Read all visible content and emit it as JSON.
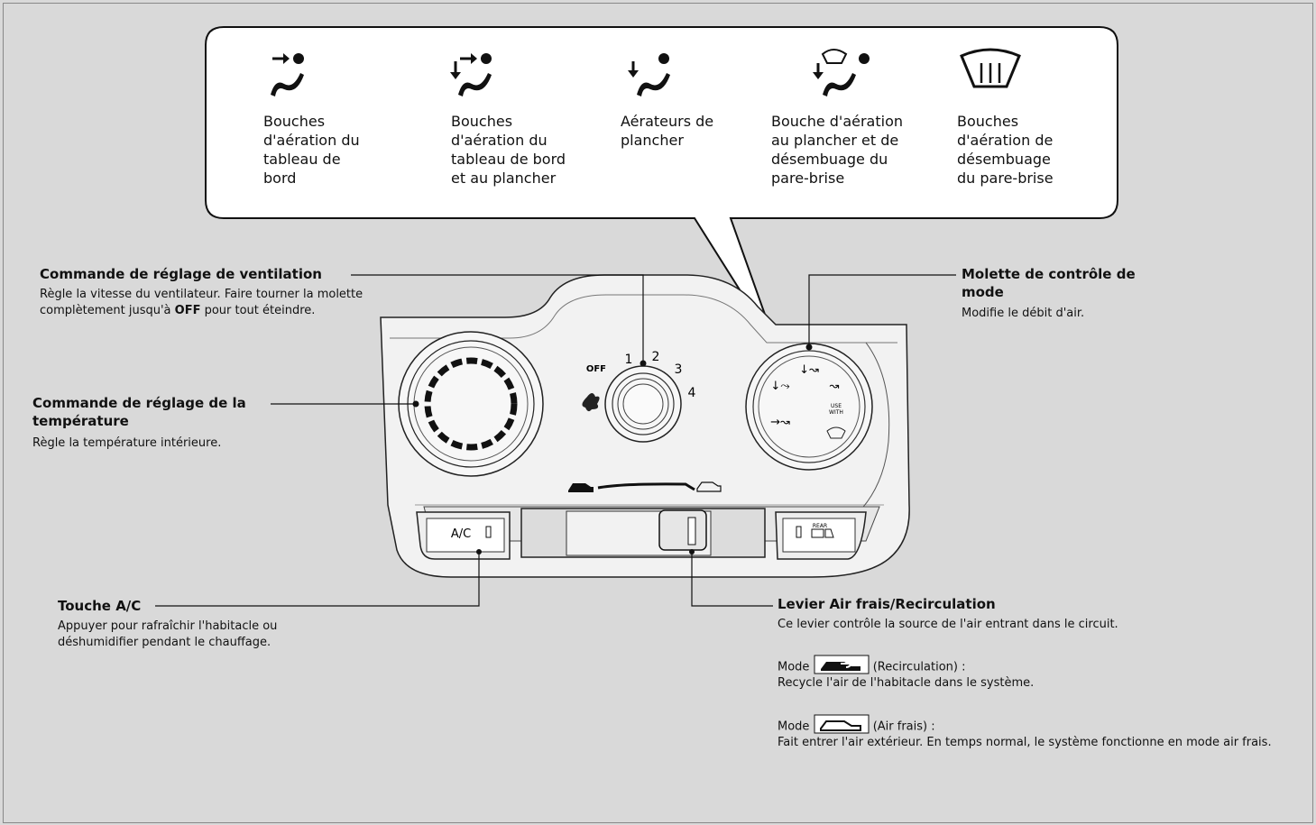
{
  "modes": [
    {
      "icon": "dashboard-vent-icon",
      "label": "Bouches\nd'aération du\ntableau de\nbord"
    },
    {
      "icon": "dashboard-floor-vent-icon",
      "label": "Bouches\nd'aération du\ntableau de bord\net au plancher"
    },
    {
      "icon": "floor-vent-icon",
      "label": "Aérateurs de\nplancher"
    },
    {
      "icon": "floor-defrost-vent-icon",
      "label": "Bouche d'aération\nau plancher et de\ndésembuage du\npare-brise"
    },
    {
      "icon": "windshield-defrost-icon",
      "label": "Bouches\nd'aération de\ndésembuage\ndu pare-brise"
    }
  ],
  "callouts": {
    "fan": {
      "title": "Commande de réglage de ventilation",
      "desc_before": "Règle la vitesse du ventilateur. Faire tourner la molette complètement jusqu'à ",
      "desc_bold": "OFF",
      "desc_after": " pour tout éteindre."
    },
    "temp": {
      "title": "Commande de réglage de la température",
      "desc": "Règle la température intérieure."
    },
    "mode": {
      "title": "Molette de contrôle de mode",
      "desc": "Modifie le débit d'air."
    },
    "ac": {
      "title": "Touche A/C",
      "desc": "Appuyer pour rafraîchir l'habitacle ou déshumidifier pendant le chauffage."
    },
    "lever": {
      "title": "Levier Air frais/Recirculation",
      "desc": "Ce levier contrôle la source de l'air entrant dans le circuit.",
      "recirc_prefix": "Mode",
      "recirc_suffix": "(Recirculation) :",
      "recirc_desc": "Recycle l'air de l'habitacle dans le système.",
      "fresh_prefix": "Mode",
      "fresh_suffix": "(Air frais) :",
      "fresh_desc": "Fait entrer l'air extérieur. En temps normal, le système fonctionne en mode air frais."
    }
  },
  "panel": {
    "fan_marks": [
      "OFF",
      "1",
      "2",
      "3",
      "4"
    ],
    "ac_label": "A/C",
    "rear_label": "REAR",
    "use_with_label": "USE\nWITH"
  }
}
